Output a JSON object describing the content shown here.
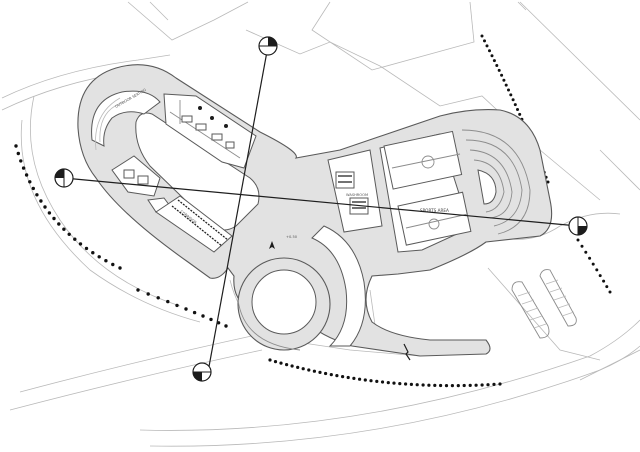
{
  "drawing": {
    "labels": {
      "outdoor_seating": "OUTDOOR SEATING",
      "sports_area": "SPORTS AREA",
      "washroom": "WASHROOM",
      "corridor": "CORRIDOR",
      "level_mark": "+0.50"
    },
    "colors": {
      "floor": "#e2e2e2",
      "walls": "#5a5a5a",
      "site_lines": "#b9b9b9",
      "section_lines": "#1e1e1e",
      "background": "#ffffff"
    },
    "icons": [
      "section-marker-icon",
      "north-arrow-icon",
      "tree-dot-icon"
    ]
  }
}
